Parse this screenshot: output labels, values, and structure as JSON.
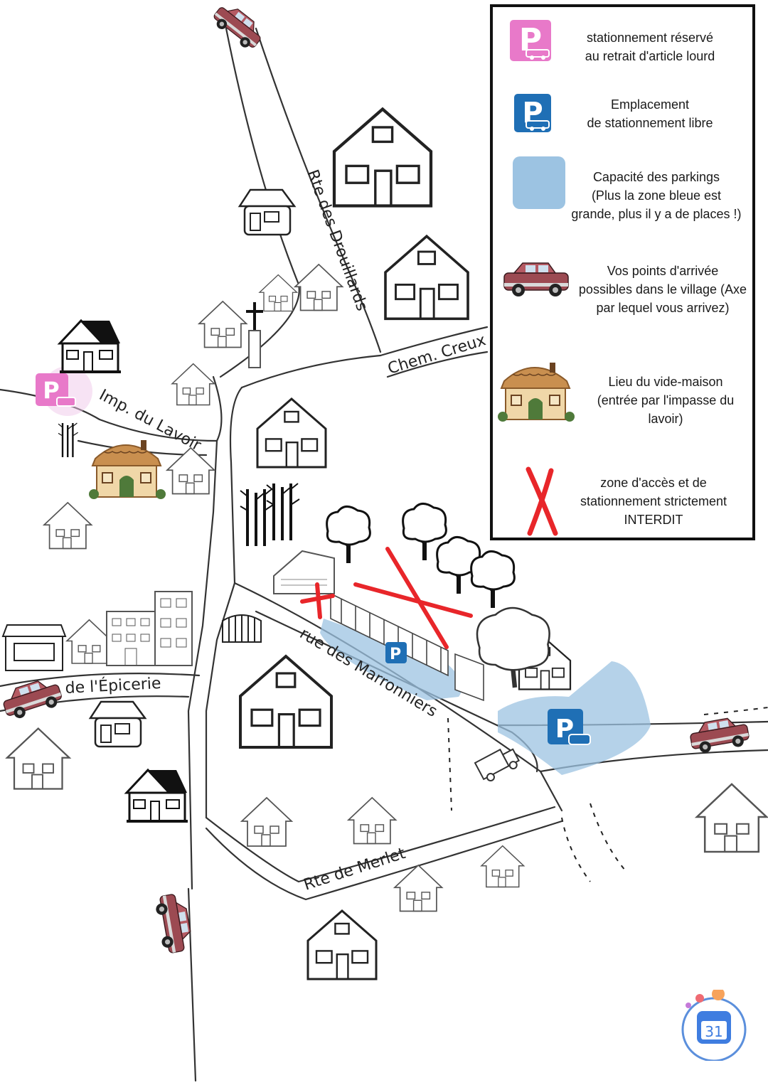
{
  "roads": {
    "rte_drouillards": "Rte des Drouillards",
    "chem_creux": "Chem. Creux",
    "imp_lavoir": "Imp. du Lavoir",
    "rue_epicerie": "de l'Épicerie",
    "rue_marronniers": "rue des Marronniers",
    "rte_merlet": "Rte de Merlet"
  },
  "legend": {
    "items": [
      {
        "icon": "pink-parking-sign-icon",
        "text_line1": "stationnement réservé",
        "text_line2": "au retrait d'article lourd",
        "text_line3": ""
      },
      {
        "icon": "blue-parking-sign-icon",
        "text_line1": "Emplacement",
        "text_line2": "de stationnement libre",
        "text_line3": ""
      },
      {
        "icon": "blue-zone-icon",
        "text_line1": "Capacité des parkings",
        "text_line2": "(Plus la zone bleue est",
        "text_line3": "grande, plus il y a de places !)"
      },
      {
        "icon": "car-icon",
        "text_line1": "Vos points d'arrivée",
        "text_line2": "possibles dans le village (Axe",
        "text_line3": "par lequel vous arrivez)"
      },
      {
        "icon": "sale-house-icon",
        "text_line1": "Lieu du vide-maison",
        "text_line2": "(entrée par l'impasse du",
        "text_line3": "lavoir)"
      },
      {
        "icon": "red-x-icon",
        "text_line1": "zone d'accès et de",
        "text_line2": "stationnement strictement",
        "text_line3": "INTERDIT"
      }
    ]
  },
  "parking_letter": "P",
  "calendar_day": "31",
  "colors": {
    "pink_parking": "#e879c9",
    "blue_parking": "#1f6fb5",
    "blue_zone": "#9cc3e2",
    "forbidden_red": "#e8262a",
    "car_body": "#9c4a52",
    "house_wall": "#f0d7a8",
    "house_roof": "#c98f4f",
    "house_door": "#4f7a3a"
  }
}
